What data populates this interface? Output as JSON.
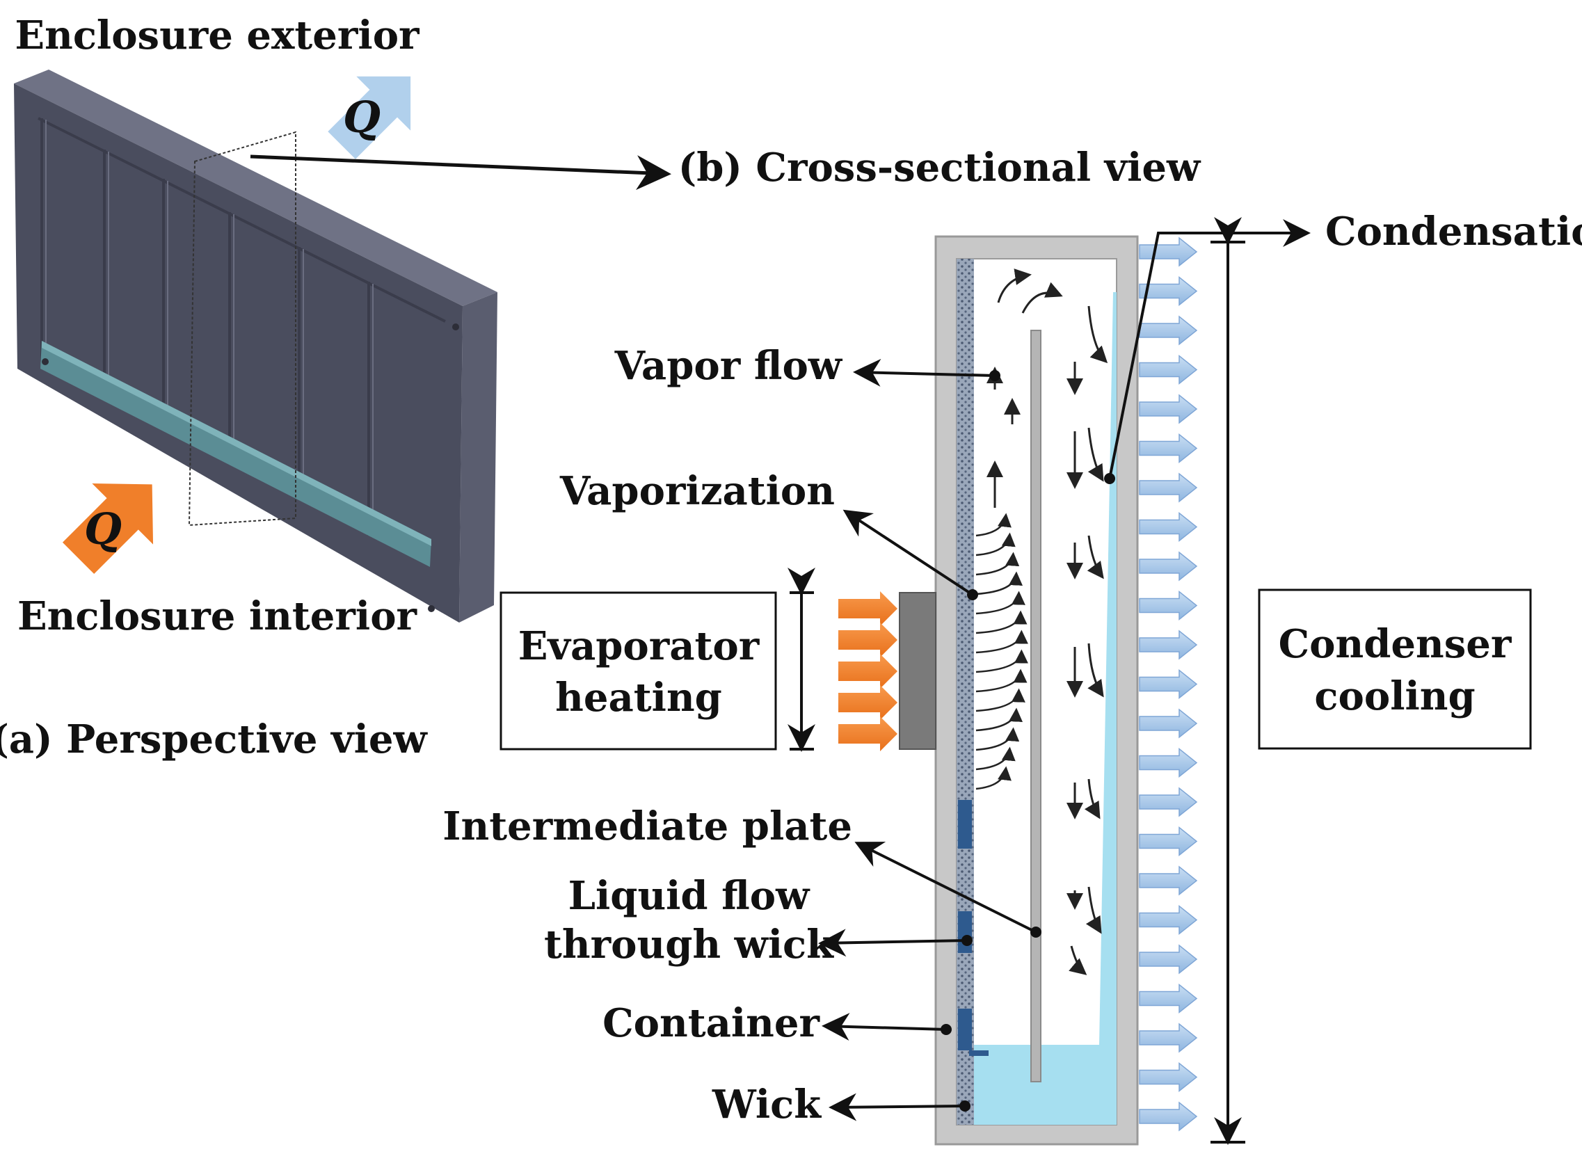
{
  "panel_a": {
    "title": "(a) Perspective view",
    "exterior_label": "Enclosure exterior",
    "interior_label": "Enclosure interior",
    "heat_out_symbol": "Q",
    "heat_in_symbol": "Q"
  },
  "panel_b": {
    "title": "(b) Cross-sectional view",
    "labels": {
      "condensation": "Condensation",
      "vapor_flow": "Vapor flow",
      "vaporization": "Vaporization",
      "evaporator_line1": "Evaporator",
      "evaporator_line2": "heating",
      "condenser_line1": "Condenser",
      "condenser_line2": "cooling",
      "intermediate_plate": "Intermediate plate",
      "liquid_flow_line1": "Liquid flow",
      "liquid_flow_line2": "through wick",
      "container": "Container",
      "wick": "Wick"
    }
  },
  "colors": {
    "heat_in": "#f07f2a",
    "heat_out": "#a9cbea",
    "enclosure": "#4a4d5e",
    "liquid": "#a6dff0",
    "container_wall": "#c8c8c8",
    "wick_fill": "#8d9bb0"
  },
  "icons": {
    "heat_arrow": "block-arrow-icon",
    "pointer": "arrowhead-icon"
  }
}
